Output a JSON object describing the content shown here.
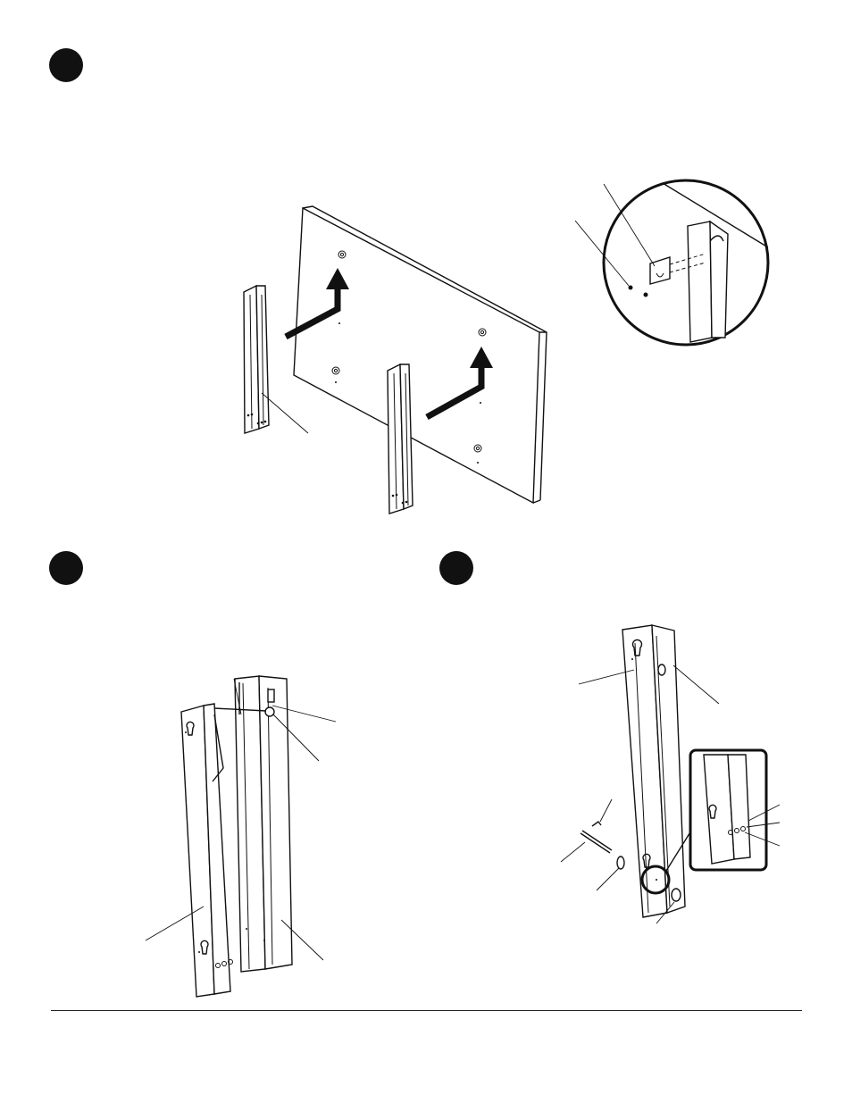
{
  "page": {
    "background": "#ffffff",
    "ink": "#111111"
  },
  "steps": [
    {
      "icon": "step-badge-1"
    },
    {
      "icon": "step-badge-2"
    },
    {
      "icon": "step-badge-3"
    }
  ]
}
